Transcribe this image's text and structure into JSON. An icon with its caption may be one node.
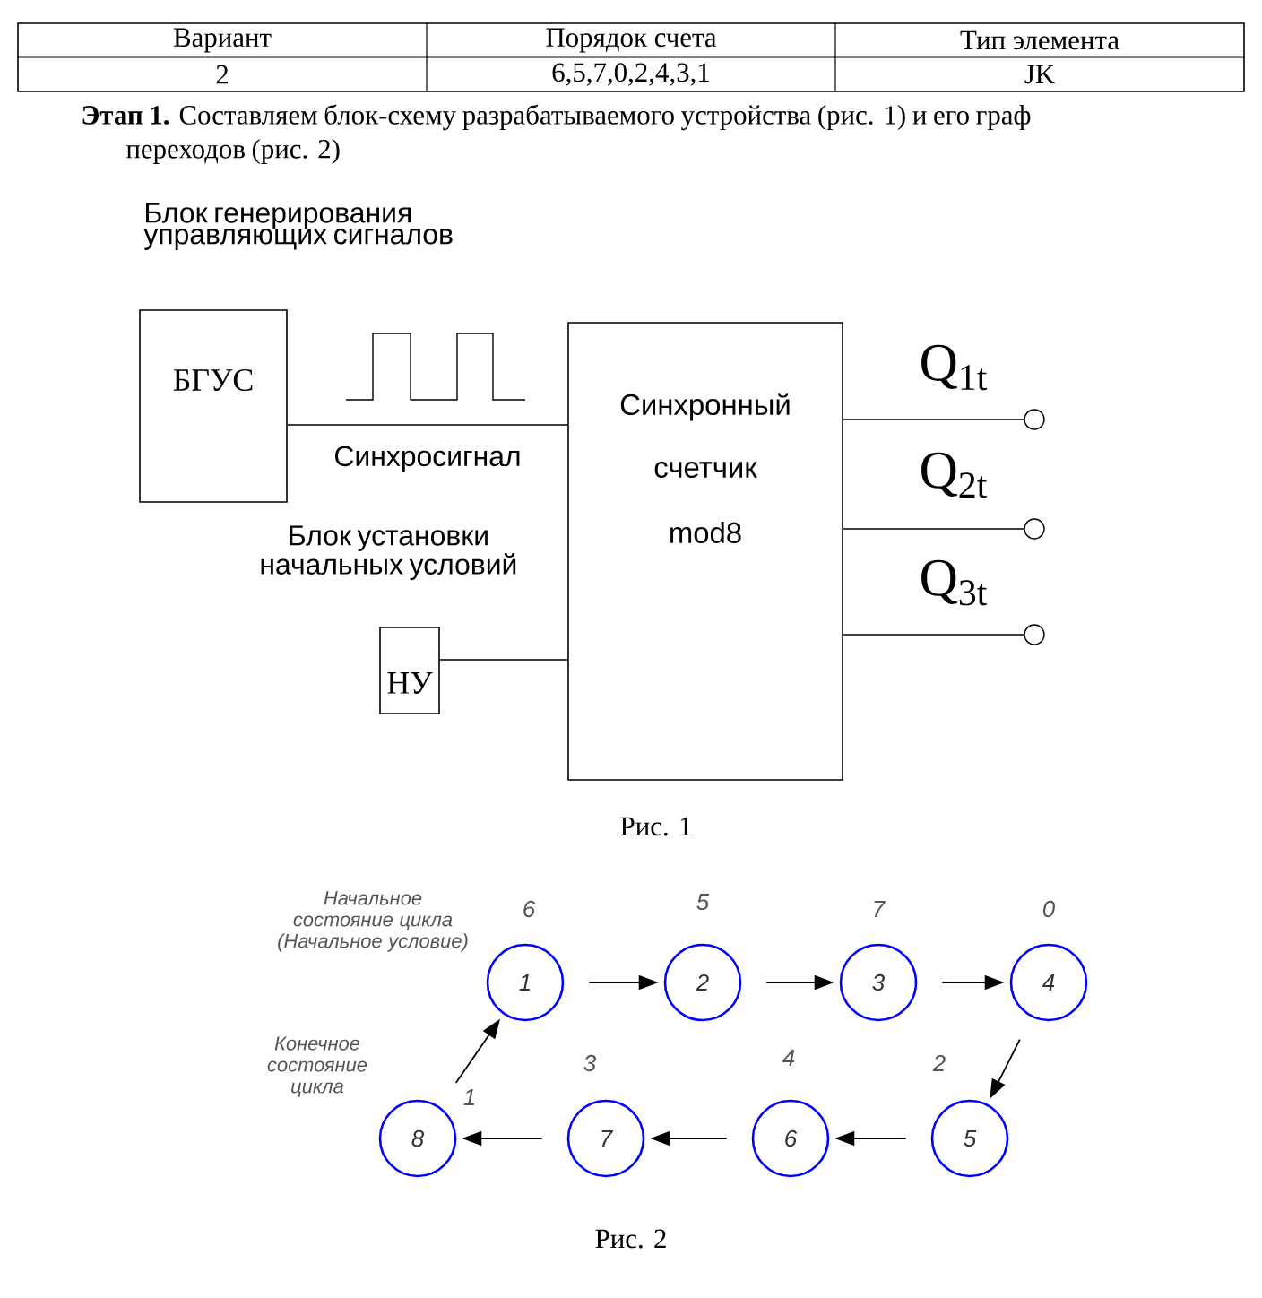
{
  "diagram": {
    "nodes": [
      {
        "text": [
          "БГУС"
        ],
        "beside": [
          "Блок генерирования управляющих сигналов"
        ]
      },
      {
        "text": [
          "Синхронный",
          "счетчик",
          "mod8"
        ]
      },
      {
        "text": [
          "НУ"
        ]
      },
      {
        "text": [],
        "shape": "circle",
        "beside": [
          "Q$_{1t}$"
        ]
      },
      {
        "text": [],
        "shape": "circle",
        "beside": [
          "Q$_{2t}$"
        ]
      },
      {
        "text": [],
        "shape": "circle",
        "beside": [
          "Q$_{3t}$"
        ]
      },
      {
        "text": [
          "1"
        ],
        "beside": [
          "6"
        ]
      },
      {
        "text": [
          "2"
        ],
        "beside": [
          "5"
        ]
      },
      {
        "text": [
          "3"
        ],
        "beside": [
          "7"
        ]
      },
      {
        "text": [
          "4"
        ],
        "beside": [
          "0"
        ]
      },
      {
        "text": [
          "5"
        ],
        "beside": [
          "2"
        ]
      },
      {
        "text": [
          "6"
        ],
        "beside": [
          "4"
        ]
      },
      {
        "text": [
          "7"
        ],
        "beside": [
          "3"
        ]
      },
      {
        "text": [
          "8"
        ],
        "beside": [
          "1"
        ]
      }
    ],
    "edges": [
      {
        "from": 0,
        "to": 1,
        "arrow": "none",
        "label": "Синхросигнал"
      },
      {
        "from": 2,
        "to": 1,
        "arrow": "none"
      },
      {
        "from": 1,
        "to": 3,
        "arrow": "none"
      },
      {
        "from": 1,
        "to": 4,
        "arrow": "none"
      },
      {
        "from": 1,
        "to": 5,
        "arrow": "none"
      },
      {
        "from": 6,
        "to": 7,
        "arrow": "to"
      },
      {
        "from": 7,
        "to": 8,
        "arrow": "to"
      },
      {
        "from": 8,
        "to": 9,
        "arrow": "to"
      },
      {
        "from": 9,
        "to": 10,
        "arrow": "to"
      },
      {
        "from": 10,
        "to": 11,
        "arrow": "to"
      },
      {
        "from": 11,
        "to": 12,
        "arrow": "to"
      },
      {
        "from": 12,
        "to": 13,
        "arrow": "to"
      },
      {
        "from": 13,
        "to": 6,
        "arrow": "to"
      }
    ],
    "labels": [
      "Вариант",
      "Порядок счета",
      "Тип элемента",
      "2",
      "6,5,7,0,2,4,3,1",
      "JK",
      "**Этап 1.** Составляем блок-схему разрабатываемого устройства (рис. 1) и его граф переходов (рис. 2)",
      "Блок установки начальных условий",
      "Рис. 1",
      "Начальное состояние цикла (Начальное условие)",
      "Конечное состояние цикла",
      "Рис. 2"
    ]
  }
}
